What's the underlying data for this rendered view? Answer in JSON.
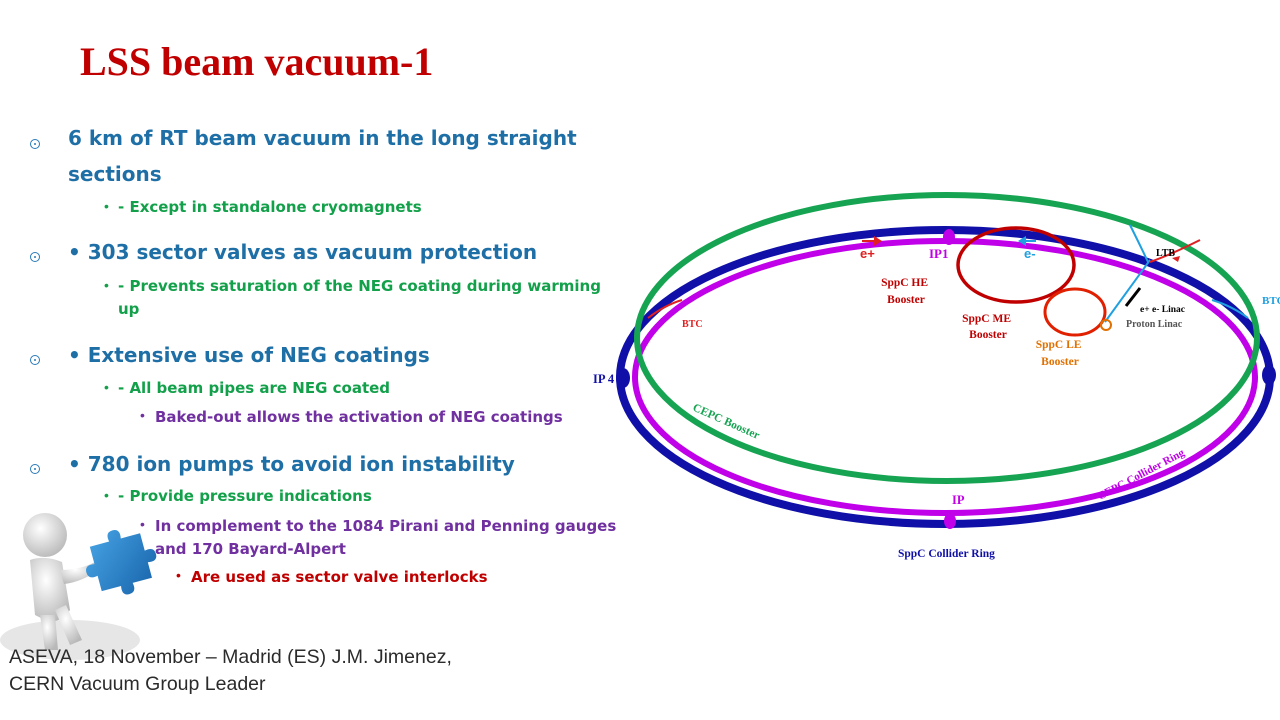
{
  "title": "LSS beam vacuum-1",
  "bullets": [
    {
      "text": "6 km of RT beam vacuum in the long straight sections",
      "subs": [
        {
          "text": "- Except in standalone cryomagnets"
        }
      ]
    },
    {
      "text": "• 303 sector valves as vacuum protection",
      "subs": [
        {
          "text": "- Prevents saturation of the NEG coating during warming up"
        }
      ]
    },
    {
      "text": "• Extensive use of NEG coatings",
      "subs": [
        {
          "text": "- All beam pipes are NEG coated",
          "subs": [
            {
              "text": "Baked-out allows the activation of NEG coatings"
            }
          ]
        }
      ]
    },
    {
      "text": "• 780 ion pumps to avoid ion instability",
      "subs": [
        {
          "text": "- Provide pressure indications",
          "subs": [
            {
              "text": "In complement to the 1084 Pirani and Penning gauges and 170 Bayard-Alpert",
              "subs": [
                {
                  "text": "Are used as sector valve interlocks"
                }
              ]
            }
          ]
        }
      ]
    }
  ],
  "footer": "ASEVA, 18 November – Madrid (ES) J.M. Jimenez, CERN Vacuum Group Leader",
  "diagram": {
    "labels": {
      "e_plus": "e+",
      "ip1": "IP1",
      "e_minus": "e-",
      "ltb": "LTB",
      "btc_right": "BTC",
      "sppc_he": "SppC HE Booster",
      "sppc_me": "SppC ME Booster",
      "sppc_le": "SppC LE Booster",
      "btc_left": "BTC",
      "linac": "e+ e- Linac",
      "proton_linac": "Proton Linac",
      "ip4": "IP 4",
      "cepc_booster": "CEPC Booster",
      "cepc_collider": "CEPC Collider Ring",
      "ip_bottom": "IP",
      "sppc_collider": "SppC Collider Ring"
    },
    "colors": {
      "sppc_ring": "#1010a8",
      "cepc_collider": "#c000e8",
      "cepc_booster": "#16a452",
      "sppc_he": "#c00000",
      "sppc_le": "#e02000",
      "orange_text": "#e07000",
      "e_plus": "#e02020",
      "e_minus": "#20a0e0",
      "title": "#c00000"
    }
  }
}
